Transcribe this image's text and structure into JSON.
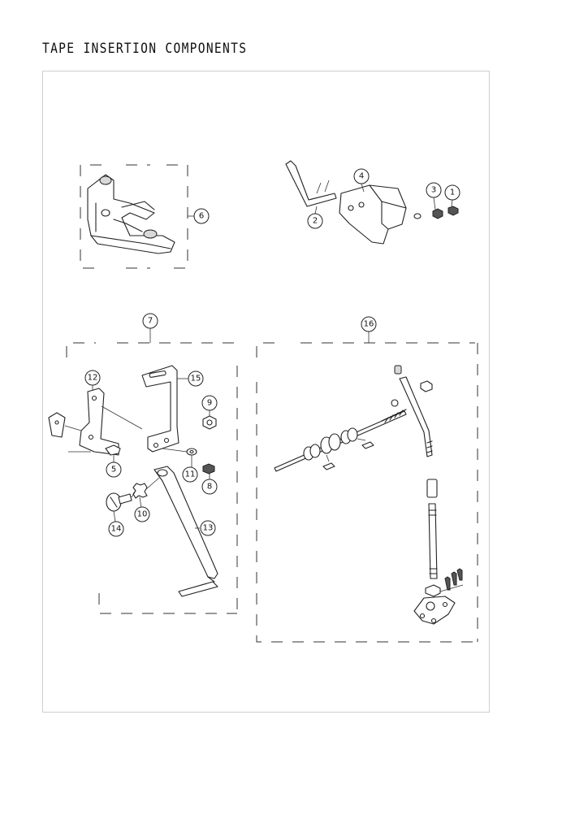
{
  "title": "TAPE INSERTION COMPONENTS",
  "callouts": {
    "c1": "1",
    "c2": "2",
    "c3": "3",
    "c4": "4",
    "c5": "5",
    "c6": "6",
    "c7": "7",
    "c8": "8",
    "c9": "9",
    "c10": "10",
    "c11": "11",
    "c12": "12",
    "c13": "13",
    "c14": "14",
    "c15": "15",
    "c16": "16"
  }
}
